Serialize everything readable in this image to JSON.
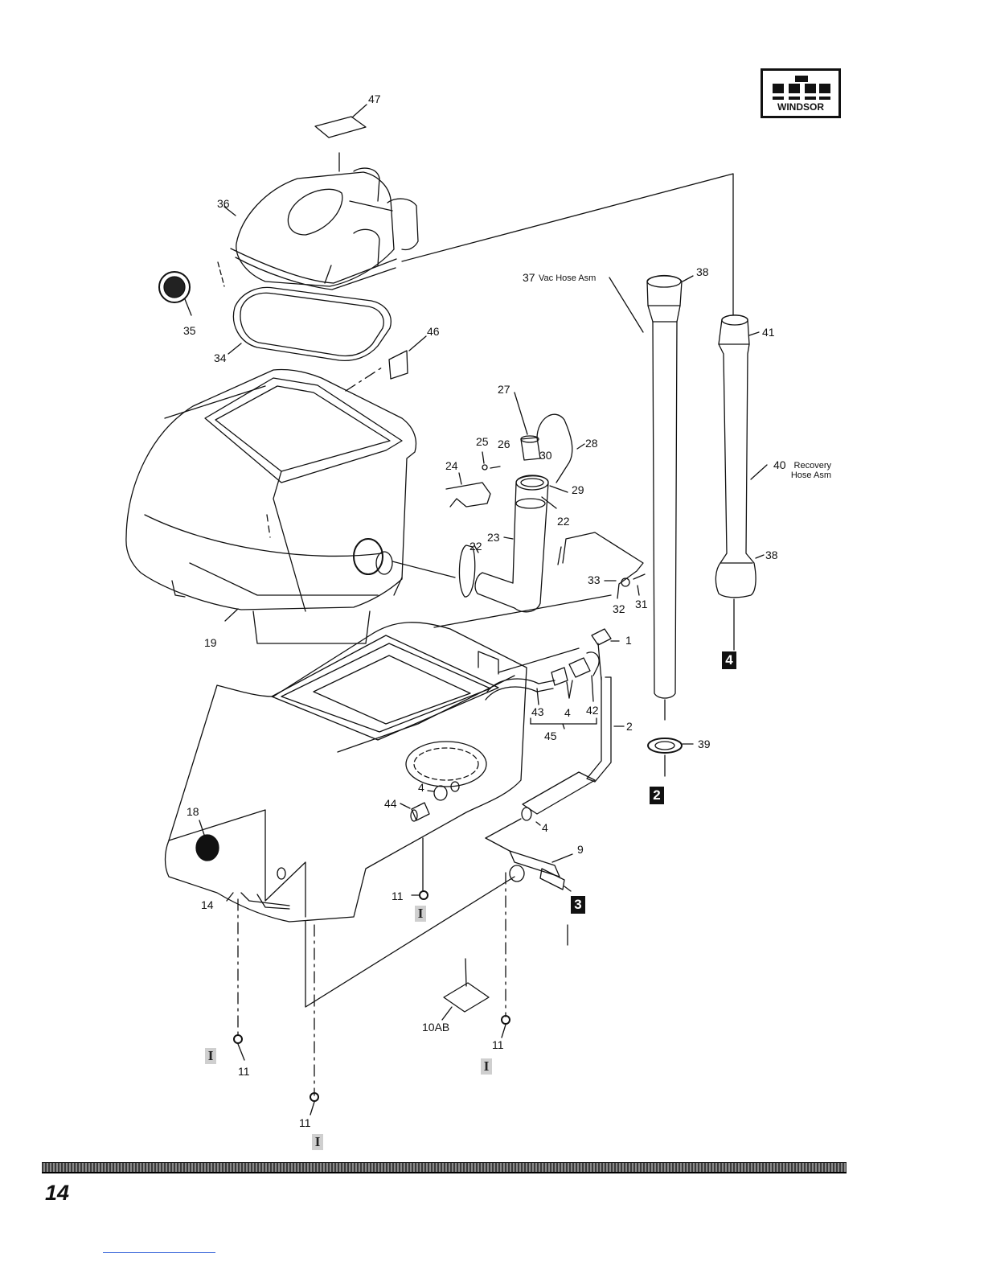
{
  "brand": {
    "logo_word": "WINDSOR"
  },
  "page": {
    "number": "14"
  },
  "callouts": {
    "p47": "47",
    "p36": "36",
    "p35": "35",
    "p34": "34",
    "p46": "46",
    "p37": "37",
    "p37_label": "Vac Hose Asm",
    "p38a": "38",
    "p41": "41",
    "p40": "40",
    "p40_label": "Recovery\nHose Asm",
    "p38b": "38",
    "p27": "27",
    "p25": "25",
    "p26": "26",
    "p24": "24",
    "p28": "28",
    "p30": "30",
    "p29": "29",
    "p22a": "22",
    "p23": "23",
    "p22b": "22",
    "p33": "33",
    "p32": "32",
    "p31": "31",
    "p19": "19",
    "p1": "1",
    "p43": "43",
    "p4a": "4",
    "p42": "42",
    "p2": "2",
    "p45": "45",
    "p39": "39",
    "p4b": "4",
    "p44": "44",
    "p4c": "4",
    "p18": "18",
    "p9": "9",
    "p14": "14",
    "p11a": "11",
    "p10ab": "10AB",
    "p11b": "11",
    "p11c": "11",
    "p11d": "11"
  },
  "badges": {
    "b4": "4",
    "b2": "2",
    "b3": "3"
  },
  "section_refs": {
    "i1": "I",
    "i2": "I",
    "i3": "I",
    "i4": "I"
  },
  "colors": {
    "ink": "#111111",
    "paper": "#ffffff",
    "shading": "#cfcfcf",
    "link_rule": "#2b5bd7"
  }
}
